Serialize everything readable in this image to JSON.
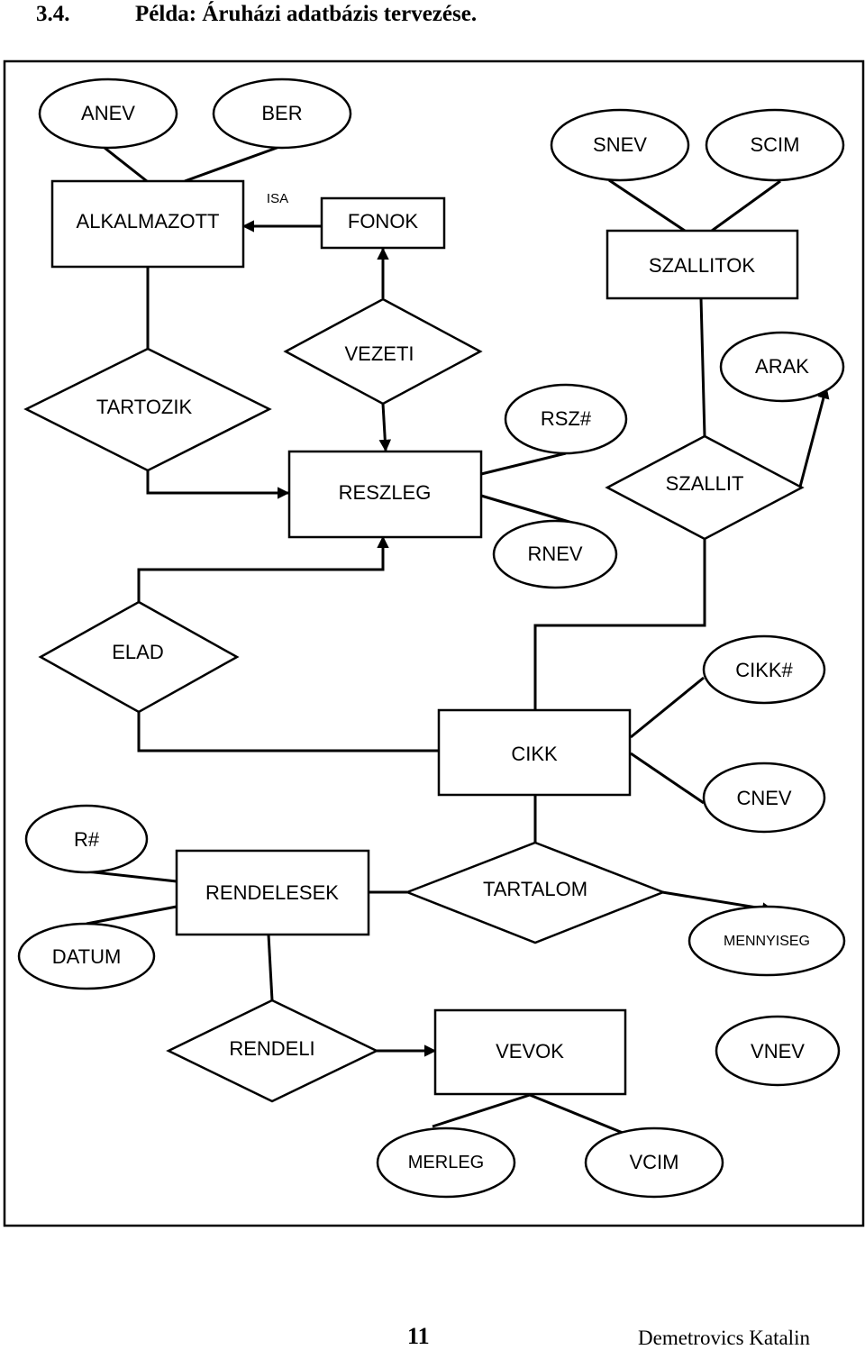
{
  "heading": {
    "number": "3.4.",
    "title": "Példa: Áruházi adatbázis tervezése."
  },
  "entities": {
    "alkalmazott": "ALKALMAZOTT",
    "fonok": "FONOK",
    "szallitok": "SZALLITOK",
    "reszleg": "RESZLEG",
    "cikk": "CIKK",
    "rendelesek": "RENDELESEK",
    "vevok": "VEVOK"
  },
  "relationships": {
    "tartozik": "TARTOZIK",
    "vezeti": "VEZETI",
    "szallit": "SZALLIT",
    "elad": "ELAD",
    "tartalom": "TARTALOM",
    "rendeli": "RENDELI"
  },
  "attributes": {
    "anev": "ANEV",
    "ber": "BER",
    "snev": "SNEV",
    "scim": "SCIM",
    "arak": "ARAK",
    "rsz": "RSZ#",
    "rnev": "RNEV",
    "cikk_id": "CIKK#",
    "cnev": "CNEV",
    "r_id": "R#",
    "datum": "DATUM",
    "mennyiseg": "MENNYISEG",
    "vnev": "VNEV",
    "merleg": "MERLEG",
    "vcim": "VCIM"
  },
  "isa_label": "ISA",
  "footer": {
    "page": "11",
    "author": "Demetrovics Katalin"
  }
}
